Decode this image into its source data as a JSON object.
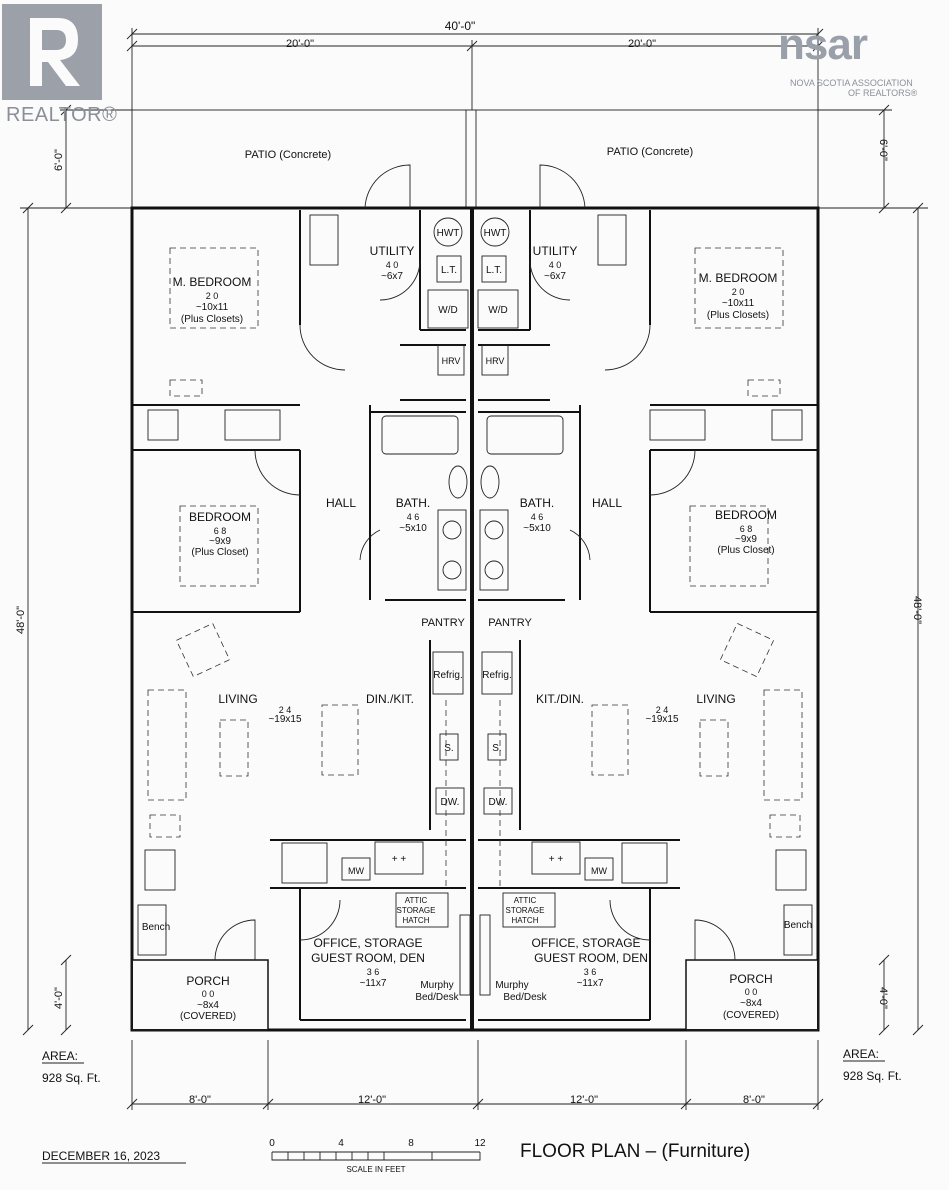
{
  "watermarks": {
    "realtor_text": "REALTOR®",
    "nsar_logo_text": "nsar",
    "nsar_tagline_1": "NOVA SCOTIA ASSOCIATION",
    "nsar_tagline_2": "OF REALTORS®",
    "colors": {
      "gray": "#8a8f9a"
    }
  },
  "dimensions": {
    "overall_width": "40'-0\"",
    "left_half": "20'-0\"",
    "right_half": "20'-0\"",
    "patio_depth_left": "6'-0\"",
    "patio_depth_right": "6'-0\"",
    "building_depth_left": "48'-0\"",
    "building_depth_right": "48'-0\"",
    "porch_depth_left": "4'-0\"",
    "porch_depth_right": "4'-0\"",
    "bottom_1": "8'-0\"",
    "bottom_2": "12'-0\"",
    "bottom_3": "12'-0\"",
    "bottom_4": "8'-0\""
  },
  "area": {
    "left_label": "AREA:",
    "left_value": "928 Sq. Ft.",
    "right_label": "AREA:",
    "right_value": "928 Sq. Ft."
  },
  "rooms": {
    "patio_left": "PATIO (Concrete)",
    "patio_right": "PATIO (Concrete)",
    "utility_left": {
      "name": "UTILITY",
      "dim": "4  0",
      "size": "~6x7"
    },
    "utility_right": {
      "name": "UTILITY",
      "dim": "4  0",
      "size": "~6x7"
    },
    "hwt": "HWT",
    "lt": "L.T.",
    "wd": "W/D",
    "hrv": "HRV",
    "mbed_left": {
      "name": "M. BEDROOM",
      "dim": "2  0",
      "size": "~10x11",
      "note": "(Plus Closets)"
    },
    "mbed_right": {
      "name": "M. BEDROOM",
      "dim": "2  0",
      "size": "~10x11",
      "note": "(Plus Closets)"
    },
    "bed_left": {
      "name": "BEDROOM",
      "dim": "6  8",
      "size": "~9x9",
      "note": "(Plus Closet)"
    },
    "bed_right": {
      "name": "BEDROOM",
      "dim": "6  8",
      "size": "~9x9",
      "note": "(Plus Closet)"
    },
    "hall": "HALL",
    "bath_left": {
      "name": "BATH.",
      "dim": "4  6",
      "size": "~5x10"
    },
    "bath_right": {
      "name": "BATH.",
      "dim": "4  6",
      "size": "~5x10"
    },
    "pantry": "PANTRY",
    "living_left": {
      "name": "LIVING",
      "dim": "2  4",
      "size": "~19x15"
    },
    "living_right": {
      "name": "LIVING",
      "dim": "2  4",
      "size": "~19x15"
    },
    "dinkit": "DIN./KIT.",
    "kitdin": "KIT./DIN.",
    "refrig": "Refrig.",
    "sink": "S.",
    "dw": "DW.",
    "mw": "MW",
    "attic_1": "ATTIC",
    "attic_2": "STORAGE",
    "attic_3": "HATCH",
    "office_1": "OFFICE, STORAGE",
    "office_2": "GUEST ROOM, DEN",
    "office_dim": "3  6",
    "office_size": "~11x7",
    "murphy_1": "Murphy",
    "murphy_2": "Bed/Desk",
    "bench": "Bench",
    "porch_left": {
      "name": "PORCH",
      "dim": "0  0",
      "size": "~8x4",
      "note": "(COVERED)"
    },
    "porch_right": {
      "name": "PORCH",
      "dim": "0  0",
      "size": "~8x4",
      "note": "(COVERED)"
    }
  },
  "footer": {
    "date": "DECEMBER 16, 2023",
    "scale_ticks": [
      "0",
      "4",
      "8",
      "12"
    ],
    "scale_label": "SCALE IN FEET",
    "title": "FLOOR PLAN – (Furniture)"
  }
}
